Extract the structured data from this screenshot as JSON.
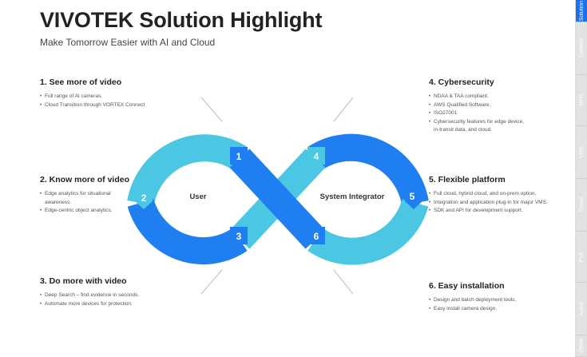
{
  "header": {
    "title": "VIVOTEK Solution Highlight",
    "subtitle": "Make Tomorrow Easier with AI and Cloud"
  },
  "sections": [
    {
      "title": "1. See more of video",
      "bullets": [
        "Full range of AI cameras.",
        "Cloud Transition through VORTEX Connect"
      ]
    },
    {
      "title": "2. Know more of video",
      "bullets": [
        "Edge analytics for situational",
        "awareness.",
        "Edge-centric object analytics."
      ]
    },
    {
      "title": "3. Do more with video",
      "bullets": [
        "Deep Search – find evidence in seconds.",
        "Automate more devices for protection."
      ]
    },
    {
      "title": "4. Cybersecurity",
      "bullets": [
        "NDAA & TAA compliant.",
        "AWS Qualified Software.",
        "ISO27001",
        "Cybersecurity features for edge device,",
        "in-transit data, and cloud."
      ]
    },
    {
      "title": "5. Flexible platform",
      "bullets": [
        "Full cloud, hybrid cloud, and on-prem option.",
        "Integration and application plug-in for major VMS.",
        "SDK and API for development support."
      ]
    },
    {
      "title": "6. Easy installation",
      "bullets": [
        "Design and batch deployment tools.",
        "Easy install camera design."
      ]
    }
  ],
  "diagram": {
    "left_label": "User",
    "right_label": "System Integrator",
    "nodes": [
      "1",
      "2",
      "3",
      "4",
      "5",
      "6"
    ],
    "colors": {
      "light": "#4cc7e3",
      "dark": "#1f7ef0"
    }
  },
  "sidebar": {
    "tabs": [
      {
        "label": "Solution",
        "active": true
      },
      {
        "label": "Camera",
        "active": false
      },
      {
        "label": "NVR",
        "active": false
      },
      {
        "label": "VMS",
        "active": false
      },
      {
        "label": "Cloud",
        "active": false
      },
      {
        "label": "PoE",
        "active": false
      },
      {
        "label": "Audio",
        "active": false
      },
      {
        "label": "Other",
        "active": false
      }
    ]
  }
}
